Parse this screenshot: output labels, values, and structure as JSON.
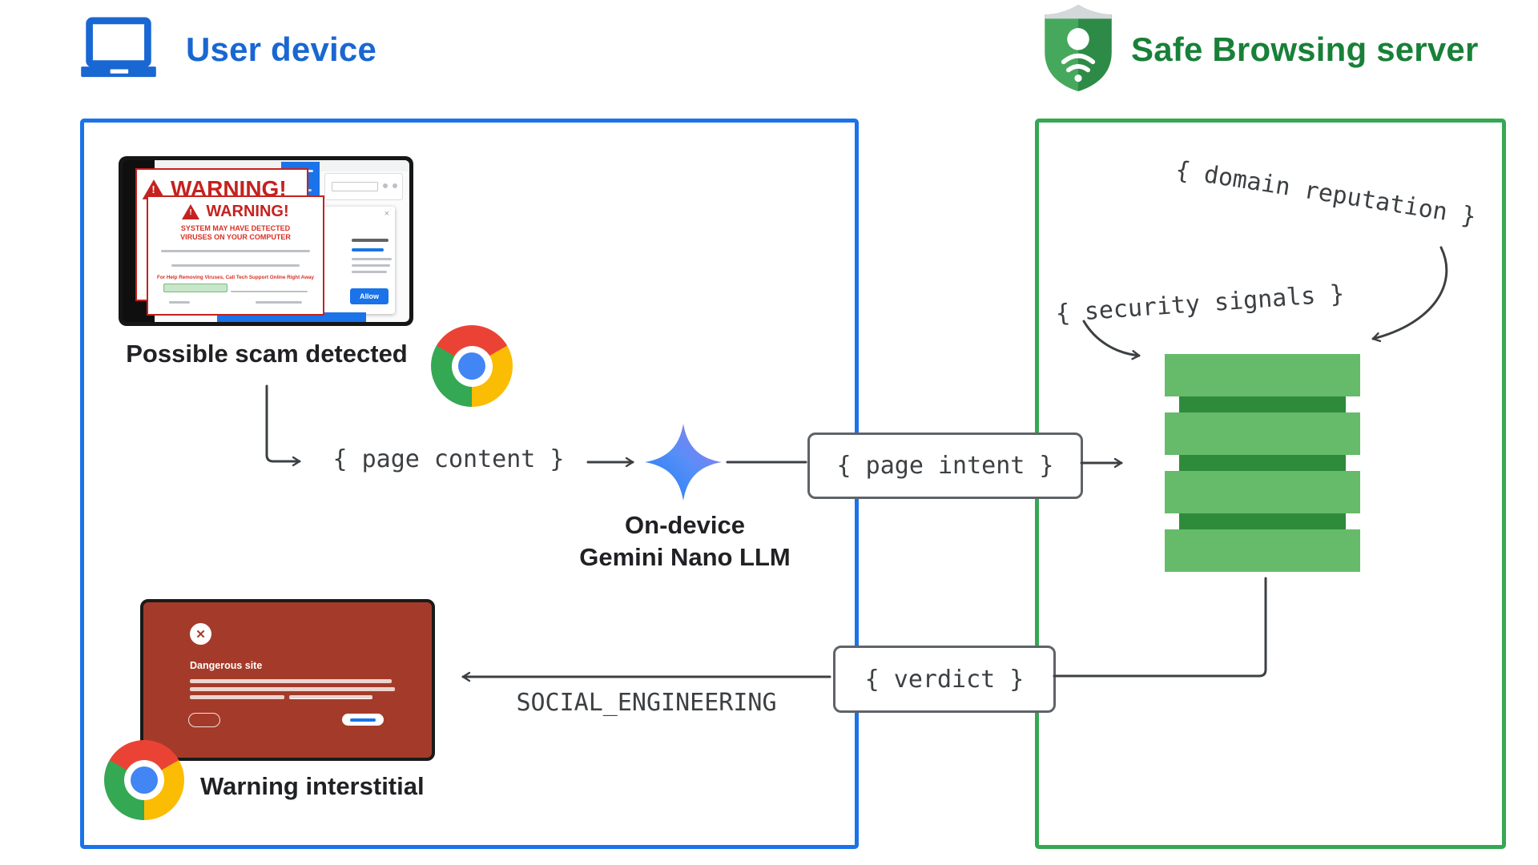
{
  "headers": {
    "user_device": "User device",
    "safe_browsing": "Safe Browsing server"
  },
  "labels": {
    "possible_scam": "Possible scam detected",
    "on_device": "On-device",
    "gemini_nano": "Gemini Nano LLM",
    "warning_interstitial": "Warning interstitial"
  },
  "flow": {
    "page_content": "{ page content }",
    "page_intent": "{ page intent }",
    "verdict": "{ verdict }",
    "social_engineering": "SOCIAL_ENGINEERING",
    "domain_reputation": "{ domain reputation }",
    "security_signals": "{ security signals }"
  },
  "scam_popup": {
    "title": "WARNING!",
    "subtitle_line1": "SYSTEM MAY HAVE DETECTED",
    "subtitle_line2": "VIRUSES ON YOUR COMPUTER",
    "help_line": "For Help Removing Viruses, Call Tech Support Online Right Away",
    "allow_button": "Allow"
  },
  "interstitial": {
    "title": "Dangerous site"
  },
  "colors": {
    "blue": "#1A73E8",
    "blue_text": "#1967D2",
    "green_border": "#34A853",
    "green_text": "#188038",
    "server_light": "#66BB6A",
    "server_dark": "#2E8B3A",
    "line": "#3C4043",
    "warning_red": "#C5221F",
    "interstitial_red": "#A43B2A"
  }
}
